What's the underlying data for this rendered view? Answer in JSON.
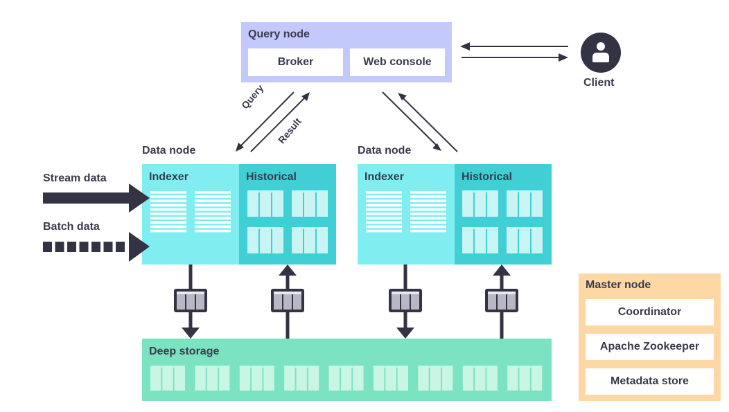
{
  "query_node": {
    "title": "Query node",
    "components": [
      "Broker",
      "Web console"
    ],
    "color": "#c3c9fb"
  },
  "client": {
    "label": "Client"
  },
  "query_arrows": {
    "query": "Query",
    "result": "Result"
  },
  "data_nodes": [
    {
      "title": "Data node",
      "indexer": "Indexer",
      "historical": "Historical"
    },
    {
      "title": "Data node",
      "indexer": "Indexer",
      "historical": "Historical"
    }
  ],
  "inputs": {
    "stream": "Stream data",
    "batch": "Batch data"
  },
  "deep_storage": {
    "title": "Deep storage",
    "color": "#7be3c2"
  },
  "master_node": {
    "title": "Master node",
    "components": [
      "Coordinator",
      "Apache Zookeeper",
      "Metadata store"
    ],
    "color": "#fdd8a4"
  },
  "colors": {
    "indexer": "#80eef1",
    "historical": "#40cfd4",
    "arrow": "#333344"
  }
}
